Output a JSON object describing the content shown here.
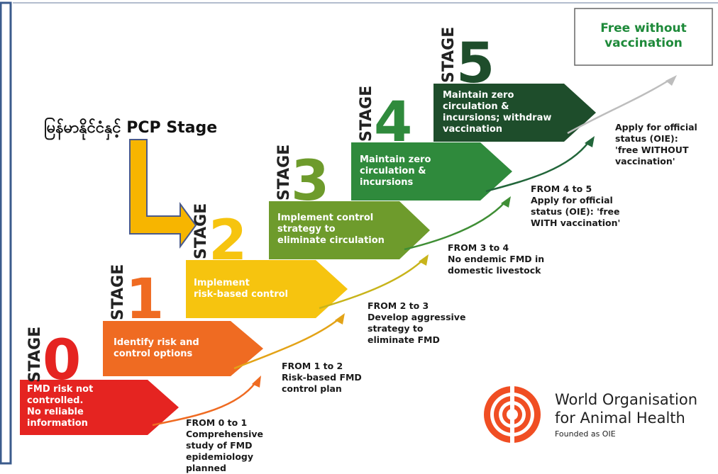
{
  "annotation": {
    "label": "မြန်မာနိုင်ငံနှင့် PCP Stage"
  },
  "final_box": {
    "text": "Free without\nvaccination"
  },
  "stages": [
    {
      "stage_word": "STAGE",
      "number": "0",
      "text": "FMD risk not\ncontrolled.\nNo reliable\ninformation",
      "color": "#e52421",
      "number_color": "#e52421"
    },
    {
      "stage_word": "STAGE",
      "number": "1",
      "text": "Identify risk and\ncontrol options",
      "color": "#ef6b22",
      "number_color": "#ef6b22"
    },
    {
      "stage_word": "STAGE",
      "number": "2",
      "text": "Implement\nrisk-based control",
      "color": "#f6c40f",
      "number_color": "#f6c40f"
    },
    {
      "stage_word": "STAGE",
      "number": "3",
      "text": "Implement control\nstrategy to\neliminate circulation",
      "color": "#6e9b2c",
      "number_color": "#6e9b2c"
    },
    {
      "stage_word": "STAGE",
      "number": "4",
      "text": "Maintain zero\ncirculation &\nincursions",
      "color": "#2f8a3c",
      "number_color": "#2f8a3c"
    },
    {
      "stage_word": "STAGE",
      "number": "5",
      "text": "Maintain zero\ncirculation &\nincursions; withdraw\nvaccination",
      "color": "#1e4d2b",
      "number_color": "#1e4d2b"
    }
  ],
  "transitions": [
    {
      "text": "FROM 0 to 1\nComprehensive\nstudy of FMD\nepidemiology\nplanned"
    },
    {
      "text": "FROM 1 to 2\nRisk-based FMD\ncontrol plan"
    },
    {
      "text": "FROM 2 to 3\nDevelop aggressive\nstrategy to\neliminate FMD"
    },
    {
      "text": "FROM 3 to 4\nNo endemic FMD in\ndomestic livestock"
    },
    {
      "text": "FROM 4 to 5\nApply for official\nstatus (OIE): 'free\nWITH vaccination'"
    },
    {
      "text": "Apply for official\nstatus (OIE):\n'free WITHOUT\nvaccination'"
    }
  ],
  "logo": {
    "line1": "World Organisation",
    "line2": "for Animal Health",
    "line3": "Founded as OIE",
    "color": "#f04e23"
  },
  "colors": {
    "frame_left": "#3b5b8c",
    "annotation_arrow": "#f7b500",
    "annotation_arrow_border": "#4a5a8a"
  }
}
